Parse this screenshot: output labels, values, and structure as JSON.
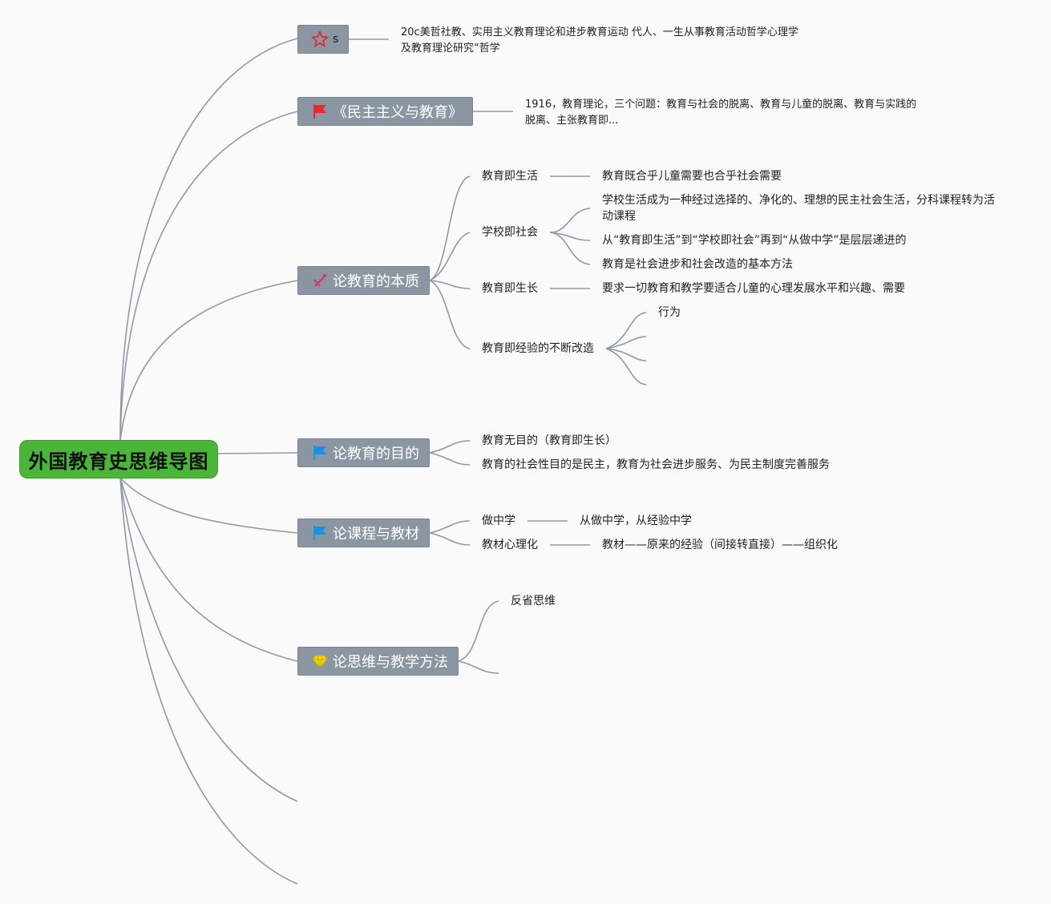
{
  "root": "外国教育史思维导图",
  "topics": {
    "person": {
      "label": "s",
      "icon": "star-icon",
      "note": "20c美哲社教、实用主义教育理论和进步教育运动 代人、一生从事教育活动哲学心理学及教育理论研究“哲学"
    },
    "book": {
      "label": "《民主主义与教育》",
      "icon": "red-flag-icon",
      "note": "1916，教育理论，三个问题：教育与社会的脱离、教育与儿童的脱离、教育与实践的脱离、主张教育即..."
    },
    "essence": {
      "label": "论教育的本质",
      "icon": "tools-icon",
      "children": [
        {
          "label": "教育即生活",
          "details": [
            "教育既合乎儿童需要也合乎社会需要"
          ]
        },
        {
          "label": "学校即社会",
          "details": [
            "学校生活成为一种经过选择的、净化的、理想的民主社会生活，分科课程转为活动课程",
            "从“教育即生活”到“学校即社会”再到“从做中学”是层层递进的",
            "教育是社会进步和社会改造的基本方法"
          ]
        },
        {
          "label": "教育即生长",
          "details": [
            "要求一切教育和教学要适合儿童的心理发展水平和兴趣、需要"
          ]
        },
        {
          "label": "教育即经验的不断改造",
          "details": [
            "行为",
            "",
            "",
            ""
          ]
        }
      ]
    },
    "aim": {
      "label": "论教育的目的",
      "icon": "blue-flag-icon",
      "children": [
        {
          "label": "教育无目的（教育即生长）"
        },
        {
          "label": "教育的社会性目的是民主，教育为社会进步服务、为民主制度完善服务"
        }
      ]
    },
    "curriculum": {
      "label": "论课程与教材",
      "icon": "blue-flag-icon",
      "children": [
        {
          "label": "做中学",
          "details": [
            "从做中学，从经验中学"
          ]
        },
        {
          "label": "教材心理化",
          "details": [
            "教材——原来的经验（间接转直接）——组织化"
          ]
        }
      ]
    },
    "method": {
      "label": "论思维与教学方法",
      "icon": "diamond-icon",
      "children": [
        {
          "label": "反省思维"
        },
        {
          "label": ""
        }
      ]
    }
  },
  "colors": {
    "root_fill": "#4bb53a",
    "topic_fill": "#8b96a3",
    "link": "#8f99a6",
    "flag_red": "#e8282b",
    "flag_blue": "#1e8fe3",
    "star": "#e3282b",
    "diamond": "#f0d21a"
  }
}
